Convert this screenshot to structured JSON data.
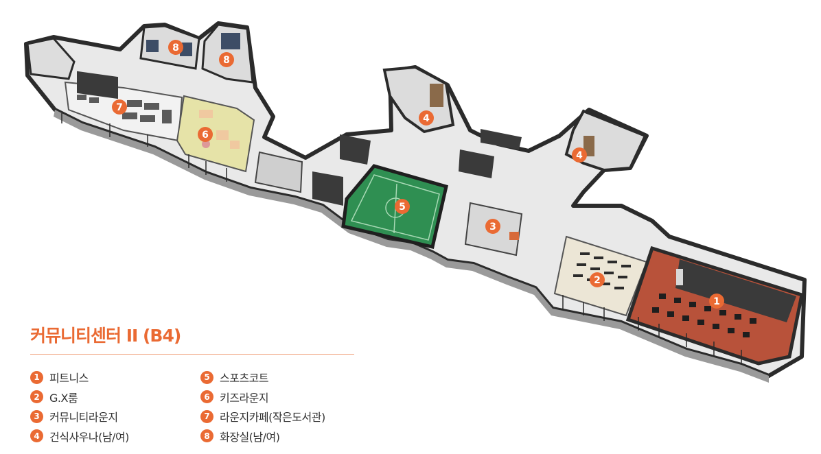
{
  "legend": {
    "title": "커뮤니티센터 II (B4)",
    "items": [
      {
        "num": "1",
        "label": "피트니스"
      },
      {
        "num": "2",
        "label": "G.X룸"
      },
      {
        "num": "3",
        "label": "커뮤니티라운지"
      },
      {
        "num": "4",
        "label": "건식사우나(남/여)"
      },
      {
        "num": "5",
        "label": "스포츠코트"
      },
      {
        "num": "6",
        "label": "키즈라운지"
      },
      {
        "num": "7",
        "label": "라운지카페(작은도서관)"
      },
      {
        "num": "8",
        "label": "화장실(남/여)"
      }
    ]
  },
  "map": {
    "markers": [
      "8",
      "8",
      "7",
      "6",
      "4",
      "4",
      "5",
      "3",
      "2",
      "1"
    ]
  },
  "colors": {
    "accent": "#ea6a33",
    "court": "#2f8f52",
    "fitness_floor": "#b8523a",
    "fitness_dark": "#3a3a3a",
    "gx_floor": "#ece6d6",
    "kids_floor": "#e6e3a8",
    "wall": "#2b2b2b",
    "floor": "#e9e9e9"
  }
}
